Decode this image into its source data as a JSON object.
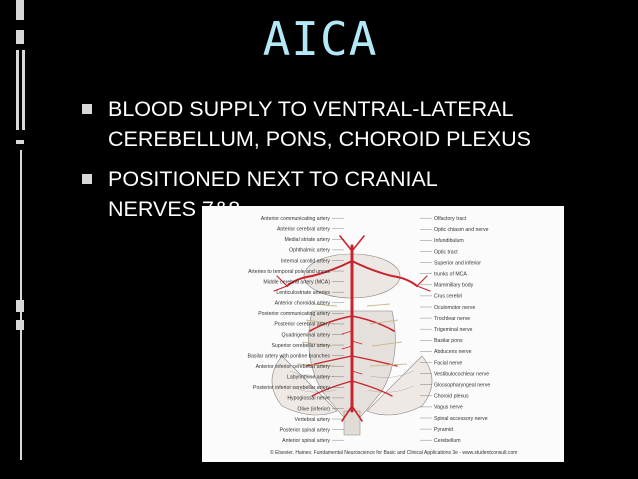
{
  "slide": {
    "title": "AICA",
    "bullets": [
      "BLOOD SUPPLY TO VENTRAL-LATERAL CEREBELLUM, PONS, CHOROID PLEXUS",
      "POSITIONED NEXT TO CRANIAL NERVES 7&8"
    ]
  },
  "figure": {
    "labels_left": [
      "Anterior communicating artery",
      "Anterior cerebral artery",
      "Medial striate artery",
      "Ophthalmic artery",
      "Internal carotid artery",
      "Arteries to temporal pole and uncus",
      "Middle cerebral artery (MCA)",
      "Lenticulostriate arteries",
      "Anterior choroidal artery",
      "Posterior communicating artery",
      "Posterior cerebral artery",
      "Quadrigeminal artery",
      "Superior cerebellar artery",
      "Basilar artery with pontine branches",
      "Anterior inferior cerebellar artery",
      "Labyrinthine artery",
      "Posterior inferior cerebellar artery",
      "Hypoglossal nerve",
      "Olive (inferior)",
      "Vertebral artery",
      "Posterior spinal artery",
      "Anterior spinal artery"
    ],
    "labels_right": [
      "Olfactory tract",
      "Optic chiasm and nerve",
      "Infundibulum",
      "Optic tract",
      "Superior and inferior",
      "trunks of MCA",
      "Mammillary body",
      "Crus cerebri",
      "Oculomotor nerve",
      "Trochlear nerve",
      "Trigeminal nerve",
      "Basilar pons",
      "Abducens nerve",
      "Facial nerve",
      "Vestibulocochlear nerve",
      "Glossopharyngeal nerve",
      "Choroid plexus",
      "Vagus nerve",
      "Spinal accessory nerve",
      "Pyramid",
      "Cerebellum"
    ],
    "credit": "© Elsevier. Haines: Fundamental Neuroscience for Basic and Clinical Applications 3e - www.studentconsult.com",
    "colors": {
      "artery": "#c8242e",
      "tissue": "#e9e4e0",
      "outline": "#8a8380"
    }
  }
}
